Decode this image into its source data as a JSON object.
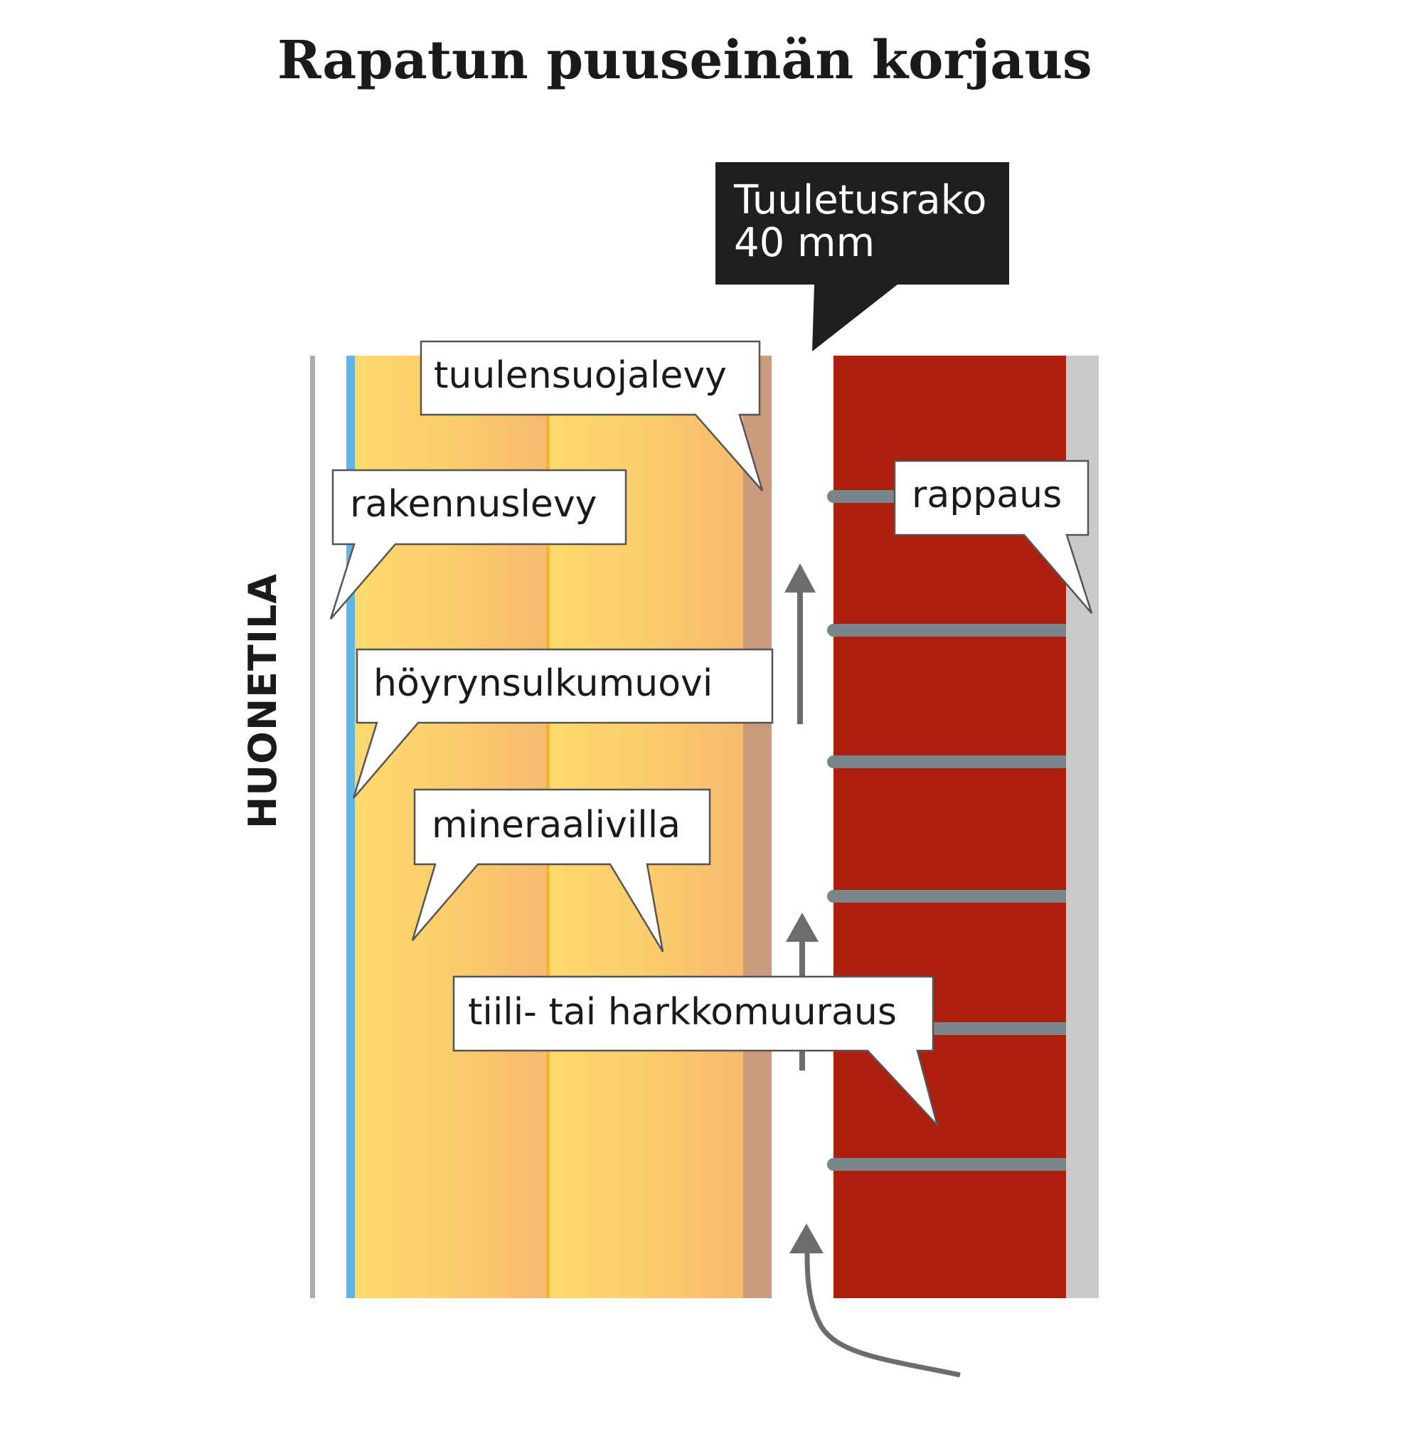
{
  "title": "Rapatun puuseinän korjaus",
  "side_label": "HUONETILA",
  "labels": {
    "ventilation_gap_line1": "Tuuletusrako",
    "ventilation_gap_line2": "40 mm",
    "wind_board": "tuulensuojalevy",
    "building_board": "rakennuslevy",
    "plaster": "rappaus",
    "vapor_barrier": "höyrynsulkumuovi",
    "mineral_wool": "mineraalivilla",
    "masonry": "tiili- tai harkkomuuraus"
  },
  "colors": {
    "inner_line": "#a9adb0",
    "vapor_barrier": "#5fb7e5",
    "insulation_light": "#fdd769",
    "insulation_dark": "#f7bd6f",
    "stud_line": "#f1b43a",
    "wind_board": "#c99a7b",
    "brick": "#ad1f0f",
    "mortar": "#788689",
    "plaster": "#c9cbc8",
    "arrow": "#6c6c6c",
    "dark_box": "#1f1f1f"
  }
}
